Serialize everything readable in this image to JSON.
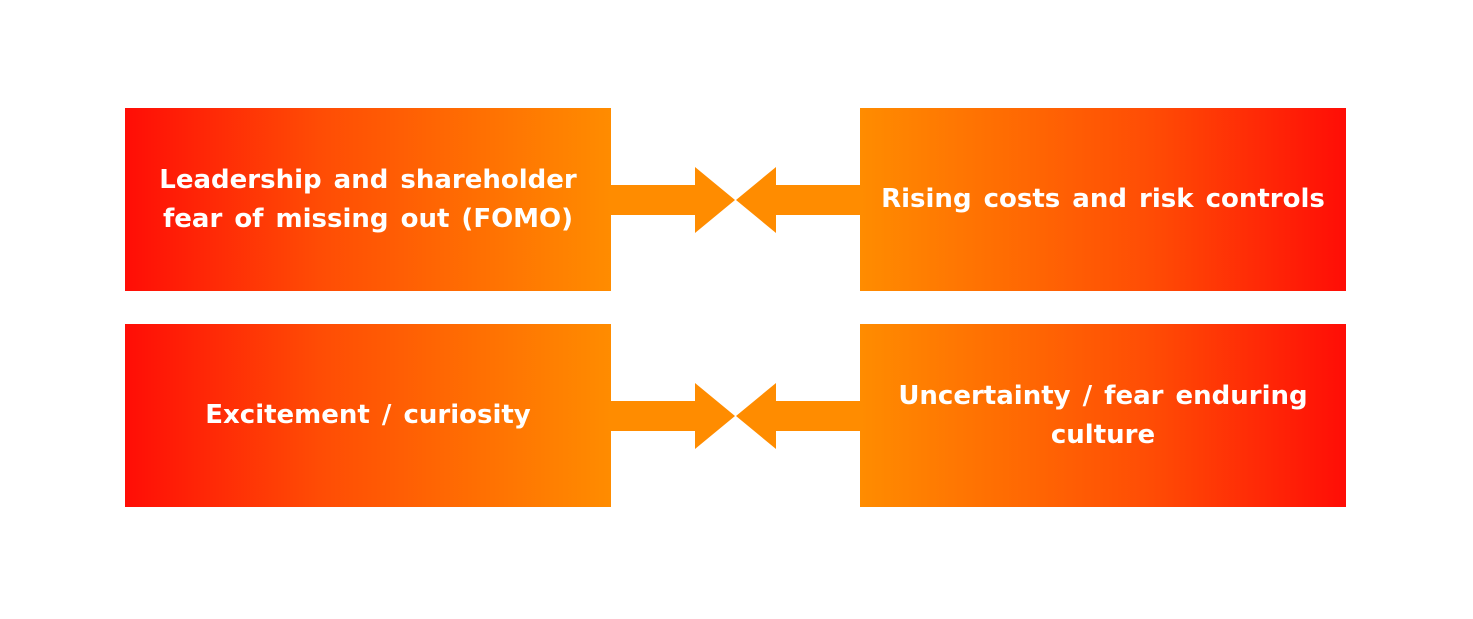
{
  "diagram": {
    "rows": [
      {
        "left_text": "Leadership and shareholder fear of missing out (FOMO)",
        "right_text": "Rising costs and risk controls"
      },
      {
        "left_text": "Excitement / curiosity",
        "right_text": "Uncertainty / fear enduring culture"
      }
    ]
  },
  "colors": {
    "gradient_red": "#ff0d06",
    "gradient_orange": "#ff8c00",
    "arrow": "#ff8c00",
    "text": "#ffffff",
    "background": "#ffffff"
  }
}
